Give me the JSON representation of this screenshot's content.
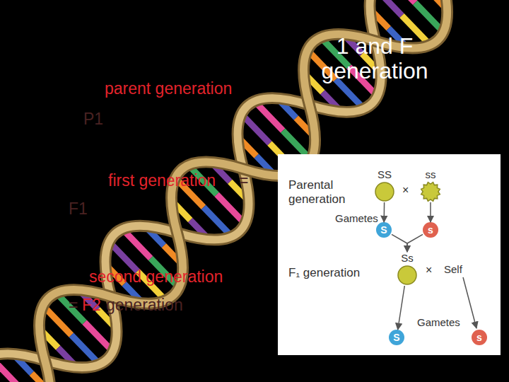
{
  "diagram": {
    "title": "1 and F generation",
    "nodes": [
      {
        "text": [
          "SS"
        ]
      },
      {
        "text": [
          "ss"
        ]
      },
      {
        "text": [
          "S"
        ]
      },
      {
        "text": [
          "s"
        ]
      },
      {
        "text": [
          "Ss"
        ]
      },
      {
        "text": [
          "S"
        ]
      },
      {
        "text": [
          "s"
        ]
      }
    ],
    "edges": [
      {
        "from": 0,
        "to": 2,
        "arrow": "to"
      },
      {
        "from": 1,
        "to": 3,
        "arrow": "to"
      },
      {
        "from": 2,
        "to": 4,
        "arrow": "to"
      },
      {
        "from": 3,
        "to": 4,
        "arrow": "to"
      },
      {
        "from": 4,
        "to": 5,
        "arrow": "to"
      }
    ],
    "labels": [
      "parent generation",
      "P1",
      "first generation",
      "=",
      "F1",
      "second generation",
      "=",
      "F2",
      "generation",
      "Parental generation",
      "×",
      "Gametes",
      "F₁ generation",
      "×",
      "Self",
      "Gametes"
    ]
  }
}
